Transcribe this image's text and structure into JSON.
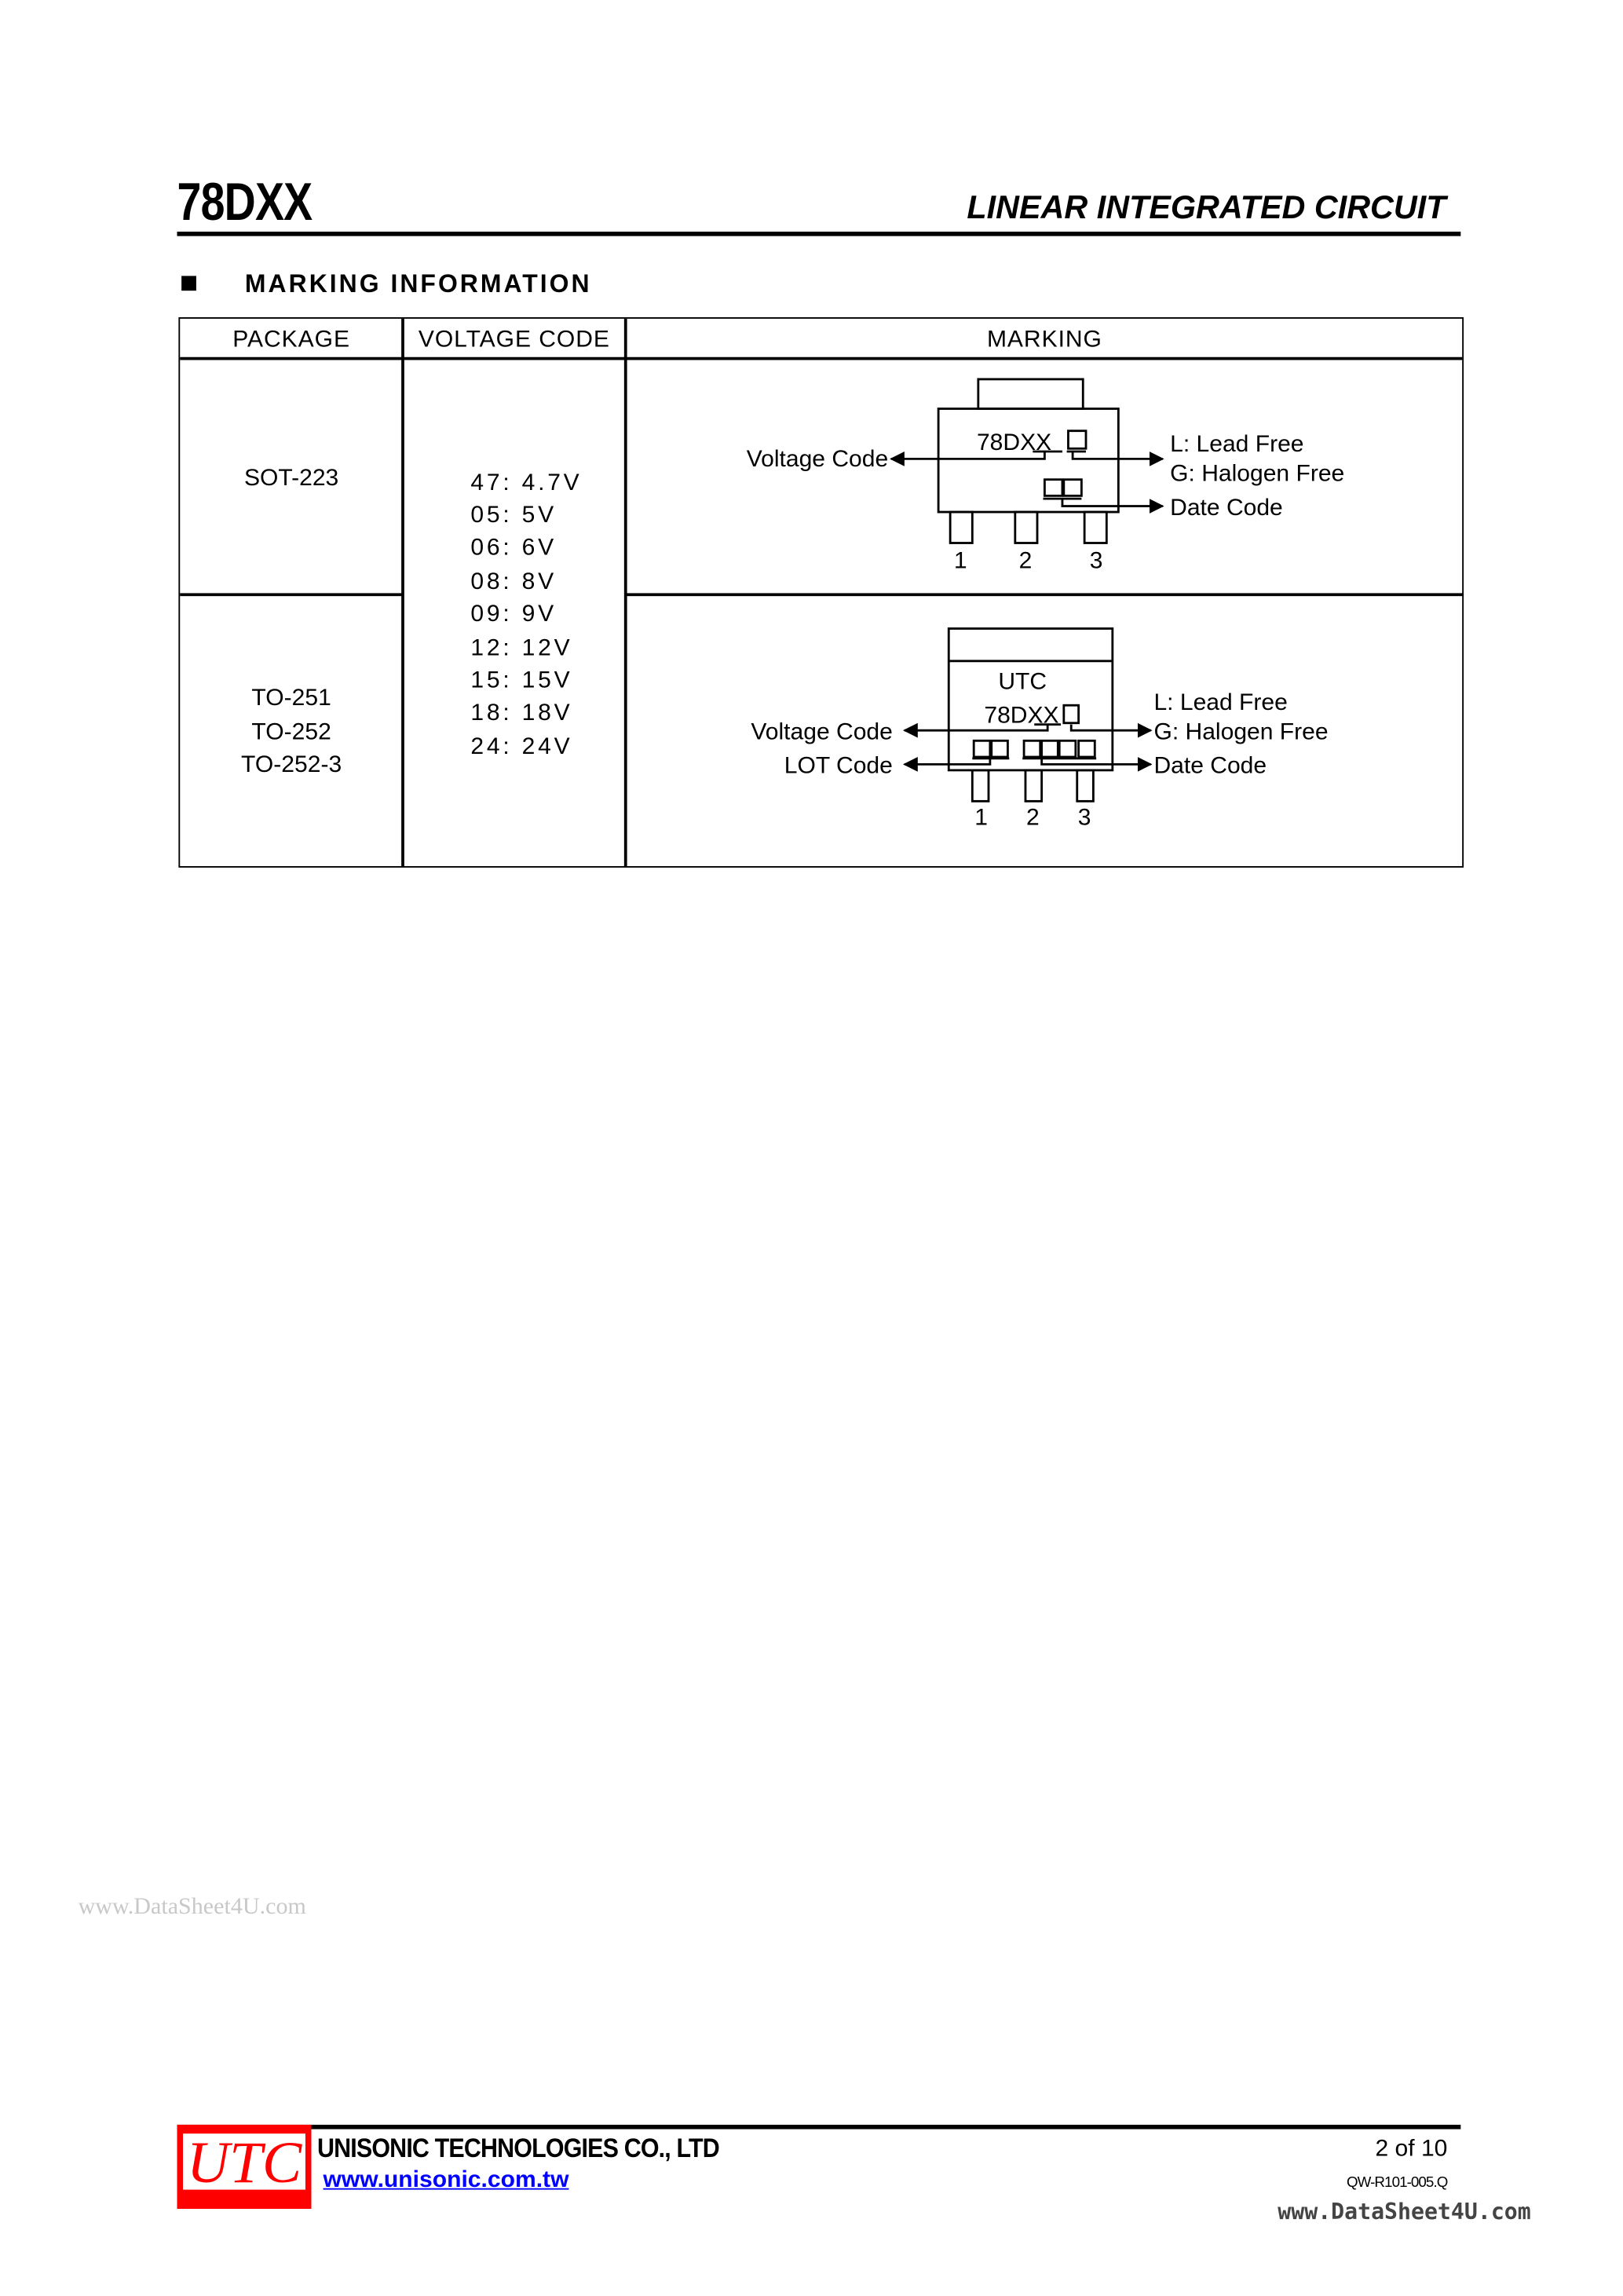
{
  "header": {
    "title": "78DXX",
    "category": "LINEAR INTEGRATED CIRCUIT"
  },
  "section": {
    "title": "MARKING INFORMATION"
  },
  "table": {
    "columns": [
      "PACKAGE",
      "VOLTAGE CODE",
      "MARKING"
    ],
    "rows": [
      {
        "package": [
          "SOT-223"
        ]
      },
      {
        "package": [
          "TO-251",
          "TO-252",
          "TO-252-3"
        ]
      }
    ],
    "voltage_codes": [
      "47: 4.7V",
      "05: 5V",
      "06: 6V",
      "08: 8V",
      "09: 9V",
      "12: 12V",
      "15: 15V",
      "18: 18V",
      "24: 24V"
    ]
  },
  "marking_sot223": {
    "part": "78DXX",
    "voltage_code": "Voltage Code",
    "lead_free": "L: Lead Free",
    "halogen_free": "G: Halogen Free",
    "date_code": "Date Code",
    "pins": [
      "1",
      "2",
      "3"
    ]
  },
  "marking_to252": {
    "brand": "UTC",
    "part": "78DXX",
    "voltage_code": "Voltage Code",
    "lot_code": "LOT Code",
    "lead_free": "L: Lead Free",
    "halogen_free": "G: Halogen Free",
    "date_code": "Date Code",
    "pins": [
      "1",
      "2",
      "3"
    ]
  },
  "watermark": "www.DataSheet4U.com",
  "footer": {
    "logo": "UTC",
    "company": "UNISONIC TECHNOLOGIES CO., LTD",
    "website": "www.unisonic.com.tw",
    "page": "2 of 10",
    "doc_code": "QW-R101-005.Q",
    "watermark": "www.DataSheet4U.com"
  },
  "colors": {
    "logo": "#ff0000",
    "link": "#0000ff"
  }
}
